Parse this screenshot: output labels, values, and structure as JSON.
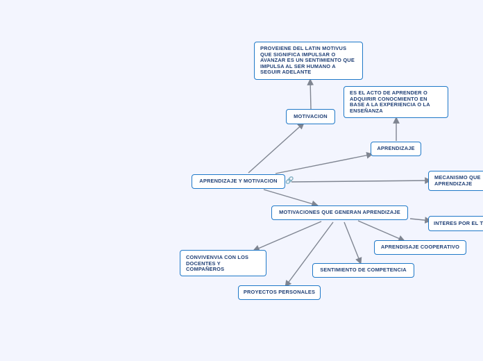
{
  "nodes": {
    "central": "APRENDIZAJE Y MOTIVACION",
    "motivacion": "MOTIVACION",
    "motivacion_def": "PROVEIENE DEL LATIN MOTIVUS QUE SIGNIFICA IMPULSAR O AVANZAR ES UN SENTIMIENTO QUE IMPULSA AL SER HUMANO A SEGUIR ADELANTE",
    "aprendizaje": "APRENDIZAJE",
    "aprendizaje_def": "ES EL ACTO DE APRENDER O ADQUIRIR CONOCMIENTO EN BASE A LA EXPERIENCIA O LA ENSEÑANZA",
    "mecanismo": "MECANISMO QUE APRENDIZAJE",
    "motivaciones": "MOTIVACIONES QUE GENERAN APRENDIZAJE",
    "interes": "INTERES POR EL T",
    "cooperativo": "APRENDISAJE COOPERATIVO",
    "competencia": "SENTIMIENTO DE COMPETENCIA",
    "convivencia": "CONVIVENVIA CON LOS DOCENTES Y COMPAÑEROS",
    "proyectos": "PROYECTOS PERSONALES"
  },
  "colors": {
    "background": "#f3f5fe",
    "node_border": "#1e78c8",
    "node_text": "#1f3f75",
    "connector": "#7f8591"
  },
  "icons": {
    "link_icon": "link-icon"
  }
}
